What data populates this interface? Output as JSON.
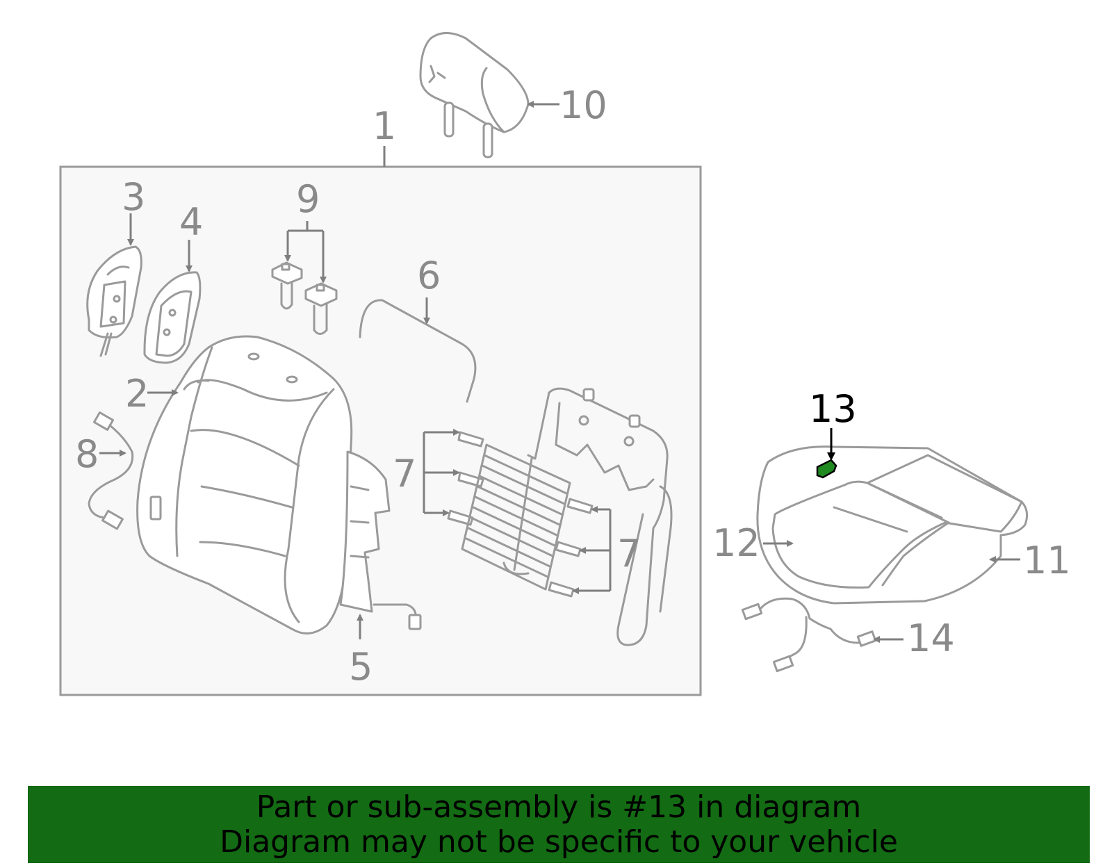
{
  "colors": {
    "banner_bg": "#136b13",
    "highlight_part": "#1f8a1f",
    "line_gray": "#9a9a9a",
    "box_bg": "#f8f8f8"
  },
  "callouts": {
    "c1": "1",
    "c2": "2",
    "c3": "3",
    "c4": "4",
    "c5": "5",
    "c6": "6",
    "c7a": "7",
    "c7b": "7",
    "c8": "8",
    "c9": "9",
    "c10": "10",
    "c11": "11",
    "c12": "12",
    "c13": "13",
    "c14": "14"
  },
  "banner": {
    "line1": "Part or sub-assembly is #13 in diagram",
    "line2": "Diagram may not be specific to your vehicle"
  }
}
